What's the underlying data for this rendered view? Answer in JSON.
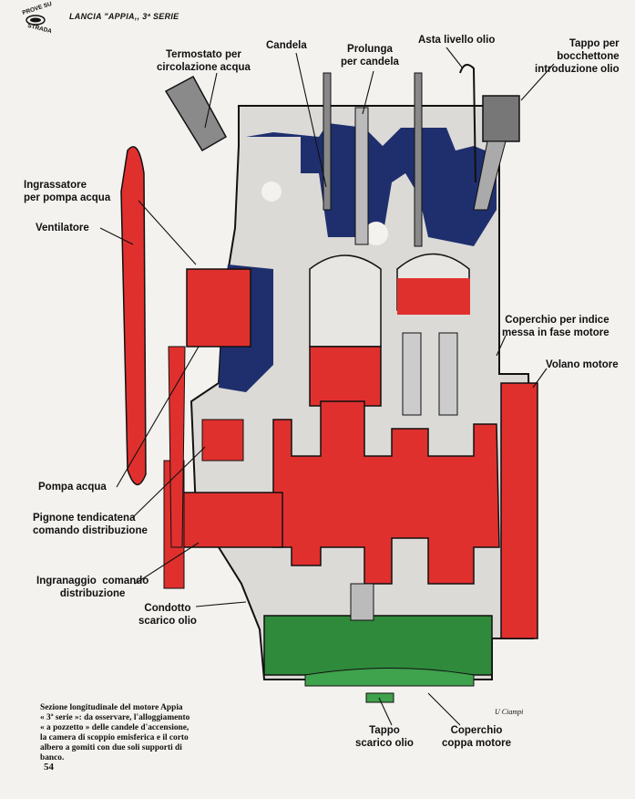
{
  "header": {
    "badge_top": "PROVE SU",
    "badge_bottom": "STRADA",
    "title": "LANCIA \"APPIA,, 3ª SERIE"
  },
  "labels": {
    "termostato": "Termostato per\ncircolazione acqua",
    "candela": "Candela",
    "prolunga": "Prolunga\nper candela",
    "asta": "Asta livello olio",
    "tappo_olio": "Tappo per\nbocchettone\nintroduzione olio",
    "ingrassatore": "Ingrassatore\nper pompa acqua",
    "ventilatore": "Ventilatore",
    "coperchio_indice": "Coperchio per indice\nmessa in fase motore",
    "volano": "Volano motore",
    "pompa": "Pompa acqua",
    "pignone": "Pignone tendicatena\ncomando distribuzione",
    "ingranaggio": "Ingranaggio  comando\ndistribuzione",
    "condotto": "Condotto\nscarico olio",
    "tappo_scarico": "Tappo\nscarico olio",
    "coperchio_coppa": "Coperchio\ncoppa motore"
  },
  "caption": "Sezione longitudinale del motore Appia\n« 3ª serie »: da osservare, l'alloggiamento\n« a pozzetto » delle candele d'accensione,\nla camera di scoppio emisferica e il corto\nalbero a gomiti con due soli supporti di\nbanco.",
  "signature": "U Ciampi",
  "page_number": "54",
  "colors": {
    "red": "#e0302e",
    "blue": "#1f2f6e",
    "green": "#2f8a3c",
    "metal": "#9a9a9a"
  }
}
